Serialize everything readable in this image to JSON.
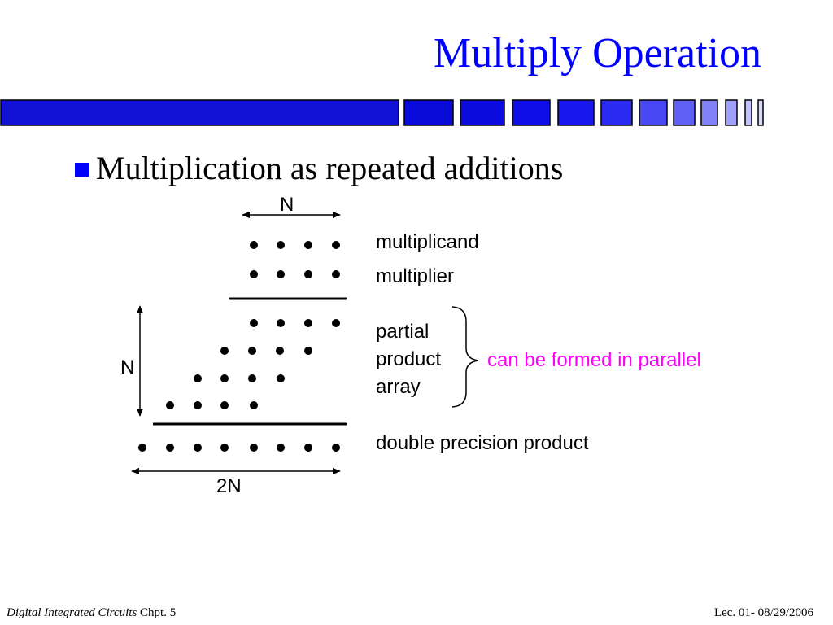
{
  "slide": {
    "title": "Multiply Operation",
    "bullet": "Multiplication as repeated additions"
  },
  "diagram": {
    "width_label": "N",
    "height_label": "N",
    "product_width_label": "2N",
    "multiplicand_label": "multiplicand",
    "multiplier_label": "multiplier",
    "partial_label": "partial",
    "product_label": "product",
    "array_label": "array",
    "parallel_note": "can be formed in parallel",
    "double_precision_label": "double precision product"
  },
  "footer": {
    "course": "Digital Integrated Circuits",
    "chapter": "Chpt. 5",
    "lecture": "Lec. 01- 08/29/2006"
  },
  "colors": {
    "title": "#0000ff",
    "accent_bar": "#0000ff",
    "parallel_note": "#ff00ff"
  }
}
